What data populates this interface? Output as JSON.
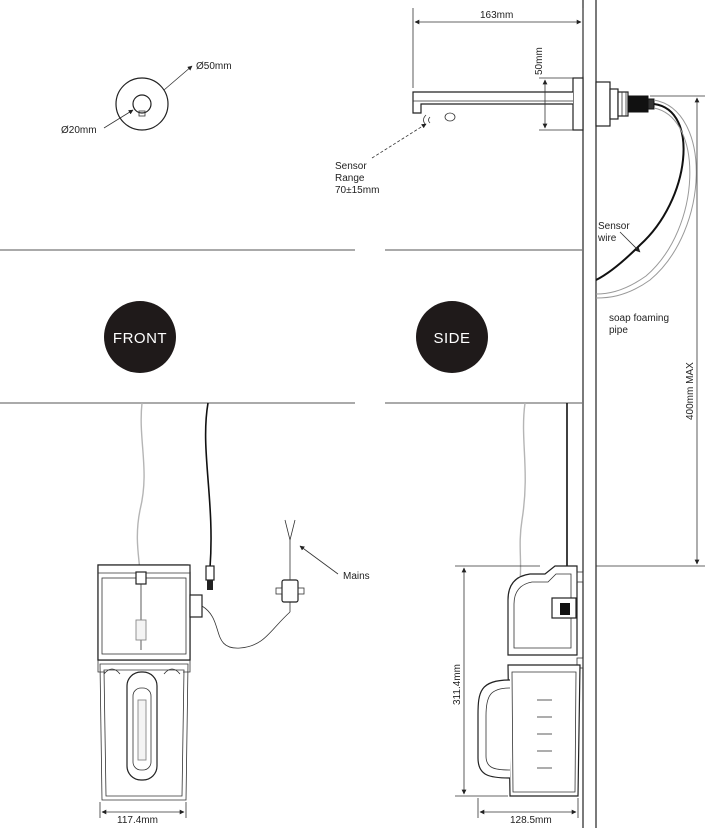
{
  "labels": {
    "spout_length": "163mm",
    "spout_height": "50mm",
    "plate_diameter": "Ø50mm",
    "nozzle_diameter": "Ø20mm",
    "sensor_range_line1": "Sensor",
    "sensor_range_line2": "Range",
    "sensor_range_line3": "70±15mm",
    "sensor_wire_line1": "Sensor",
    "sensor_wire_line2": "wire",
    "soap_pipe_line1": "soap foaming",
    "soap_pipe_line2": "pipe",
    "max_height": "400mm MAX",
    "mains": "Mains",
    "unit_height": "311.4mm",
    "front_width": "117.4mm",
    "side_width": "128.5mm"
  },
  "badges": {
    "front": "FRONT",
    "side": "SIDE"
  },
  "colors": {
    "badge": "#1f1a1a",
    "line": "#222222",
    "pipe": "#999999"
  }
}
